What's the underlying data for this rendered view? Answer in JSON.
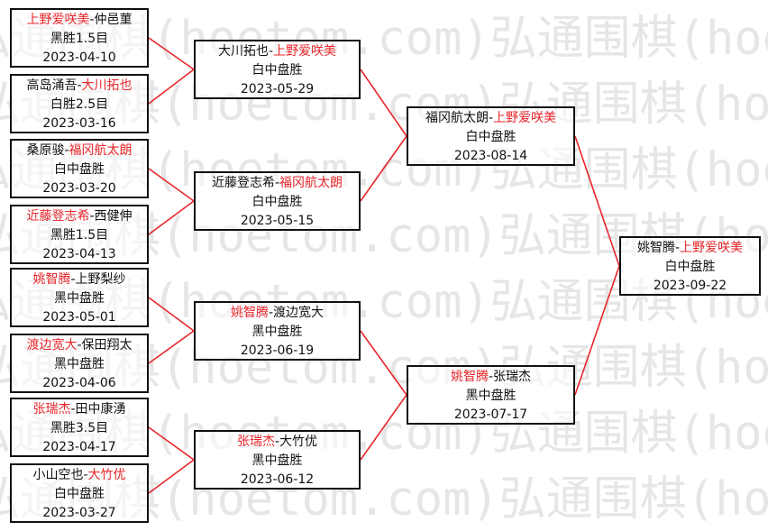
{
  "watermark": {
    "text": "弘通围棋(hoetom.com)"
  },
  "colors": {
    "winner": "#e8262b",
    "text": "#111111",
    "wire": "#e8262b"
  },
  "matches": {
    "r1": [
      {
        "p1": "上野爱咲美",
        "p2": "仲邑菫",
        "sep": "-",
        "result": "黑胜1.5目",
        "date": "2023-04-10",
        "winner": "p1"
      },
      {
        "p1": "高岛涌吾",
        "p2": "大川拓也",
        "sep": "-",
        "result": "白胜2.5目",
        "date": "2023-03-16",
        "winner": "p2"
      },
      {
        "p1": "桑原骏",
        "p2": "福冈航太朗",
        "sep": "-",
        "result": "白中盘胜",
        "date": "2023-03-20",
        "winner": "p2"
      },
      {
        "p1": "近藤登志希",
        "p2": "西健伸",
        "sep": "-",
        "result": "黑胜1.5目",
        "date": "2023-04-13",
        "winner": "p1"
      },
      {
        "p1": "姚智腾",
        "p2": "上野梨纱",
        "sep": "-",
        "result": "黑中盘胜",
        "date": "2023-05-01",
        "winner": "p1"
      },
      {
        "p1": "渡边宽大",
        "p2": "保田翔太",
        "sep": "-",
        "result": "黑中盘胜",
        "date": "2023-04-06",
        "winner": "p1"
      },
      {
        "p1": "张瑞杰",
        "p2": "田中康湧",
        "sep": "-",
        "result": "黑胜3.5目",
        "date": "2023-04-17",
        "winner": "p1"
      },
      {
        "p1": "小山空也",
        "p2": "大竹优",
        "sep": "-",
        "result": "白中盘胜",
        "date": "2023-03-27",
        "winner": "p2"
      }
    ],
    "r2": [
      {
        "p1": "大川拓也",
        "p2": "上野爱咲美",
        "sep": "-",
        "result": "白中盘胜",
        "date": "2023-05-29",
        "winner": "p2"
      },
      {
        "p1": "近藤登志希",
        "p2": "福冈航太朗",
        "sep": "-",
        "result": "白中盘胜",
        "date": "2023-05-15",
        "winner": "p2"
      },
      {
        "p1": "姚智腾",
        "p2": "渡边宽大",
        "sep": "-",
        "result": "黑中盘胜",
        "date": "2023-06-19",
        "winner": "p1"
      },
      {
        "p1": "张瑞杰",
        "p2": "大竹优",
        "sep": "-",
        "result": "黑中盘胜",
        "date": "2023-06-12",
        "winner": "p1"
      }
    ],
    "r3": [
      {
        "p1": "福冈航太朗",
        "p2": "上野爱咲美",
        "sep": "-",
        "result": "白中盘胜",
        "date": "2023-08-14",
        "winner": "p2"
      },
      {
        "p1": "姚智腾",
        "p2": "张瑞杰",
        "sep": "-",
        "result": "黑中盘胜",
        "date": "2023-07-17",
        "winner": "p1"
      }
    ],
    "final": [
      {
        "p1": "姚智腾",
        "p2": "上野爱咲美",
        "sep": "-",
        "result": "白中盘胜",
        "date": "2023-09-22",
        "winner": "p2"
      }
    ]
  }
}
